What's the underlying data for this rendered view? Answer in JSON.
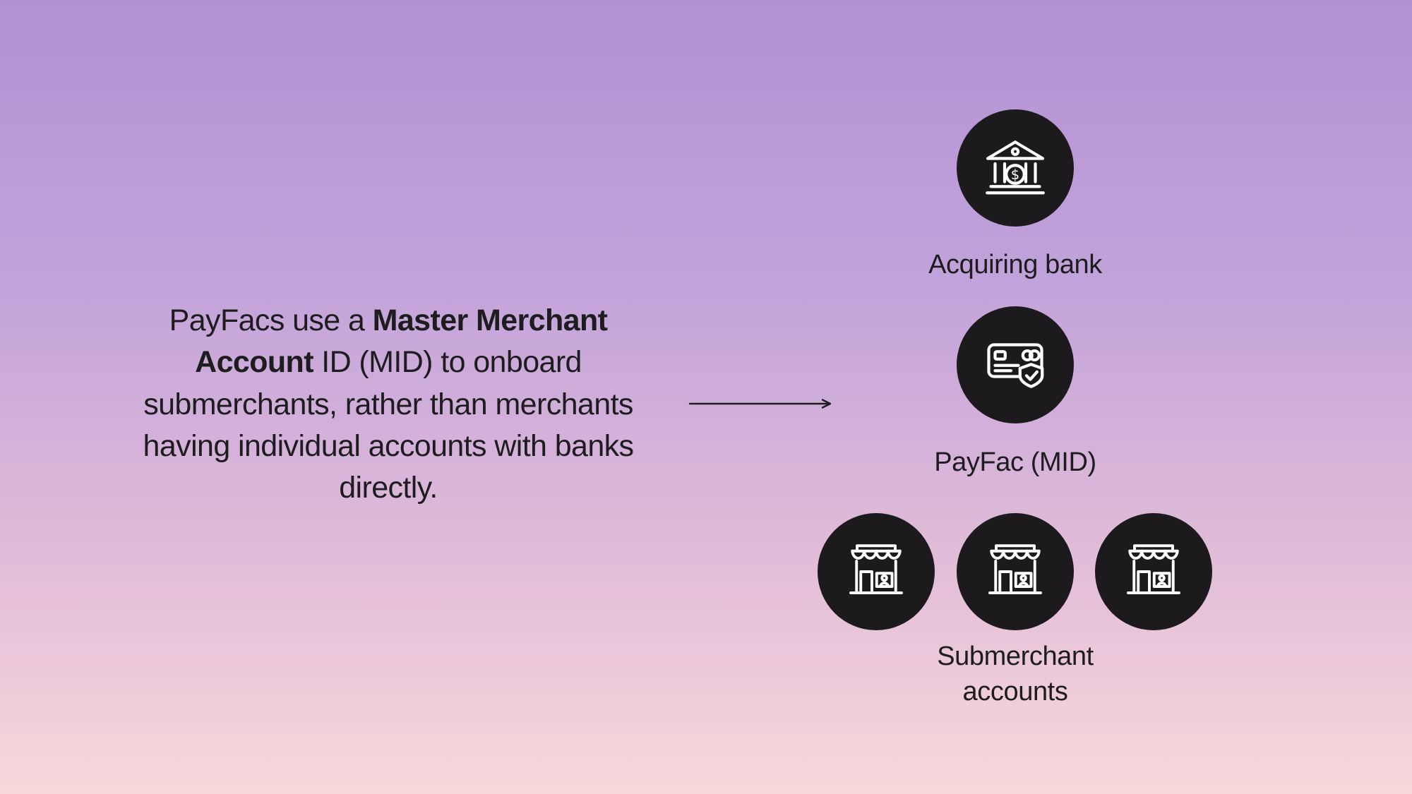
{
  "description": {
    "part1": "PayFacs use a ",
    "bold": "Master Merchant Account",
    "part2": " ID (MID) to onboard submerchants, rather than merchants having individual accounts with banks directly."
  },
  "nodes": {
    "acquiring_bank": {
      "label": "Acquiring bank",
      "icon": "bank-icon"
    },
    "payfac": {
      "label": "PayFac (MID)",
      "icon": "credit-card-shield-icon"
    },
    "submerchants": {
      "label": "Submerchant accounts",
      "icon": "storefront-icon",
      "count": 3
    }
  },
  "icons": {
    "bank_dollar": "$"
  },
  "colors": {
    "background_top": "#b391d3",
    "background_bottom": "#f8d8da",
    "node_circle": "#1c1a1c",
    "icon_stroke": "#ffffff",
    "text": "#1d1d1f",
    "arrow": "#1d1d1f"
  }
}
